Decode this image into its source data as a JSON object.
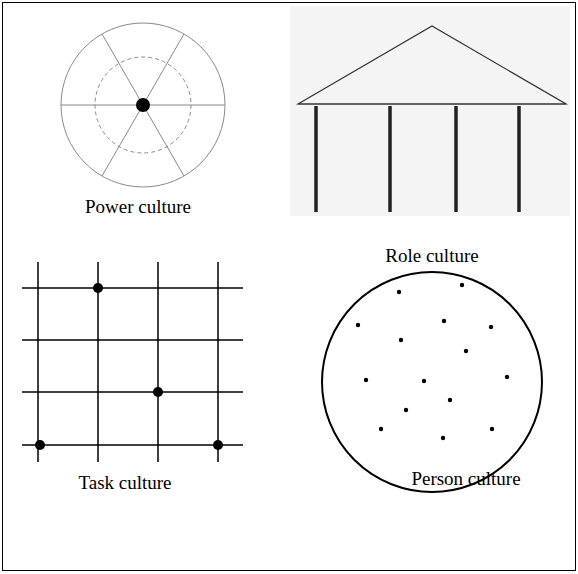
{
  "diagram": {
    "labels": [
      "Power culture",
      "Role culture",
      "Task culture",
      "Person culture"
    ]
  }
}
